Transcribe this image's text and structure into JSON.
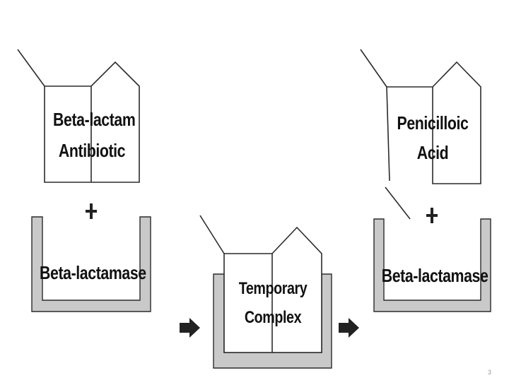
{
  "diagram": {
    "reactant_antibiotic": {
      "line1": "Beta-lactam",
      "line2": "Antibiotic"
    },
    "reactant_enzyme": "Beta-lactamase",
    "plus_symbol": "+",
    "intermediate": {
      "line1": "Temporary",
      "line2": "Complex"
    },
    "product_acid": {
      "line1": "Penicilloic",
      "line2": "Acid"
    },
    "product_enzyme": "Beta-lactamase",
    "arrow_symbol": "➡"
  },
  "page_number": "3",
  "colors": {
    "enzyme_fill": "#c9c9c9",
    "outline": "#2b2b2b",
    "arrow": "#222222"
  }
}
